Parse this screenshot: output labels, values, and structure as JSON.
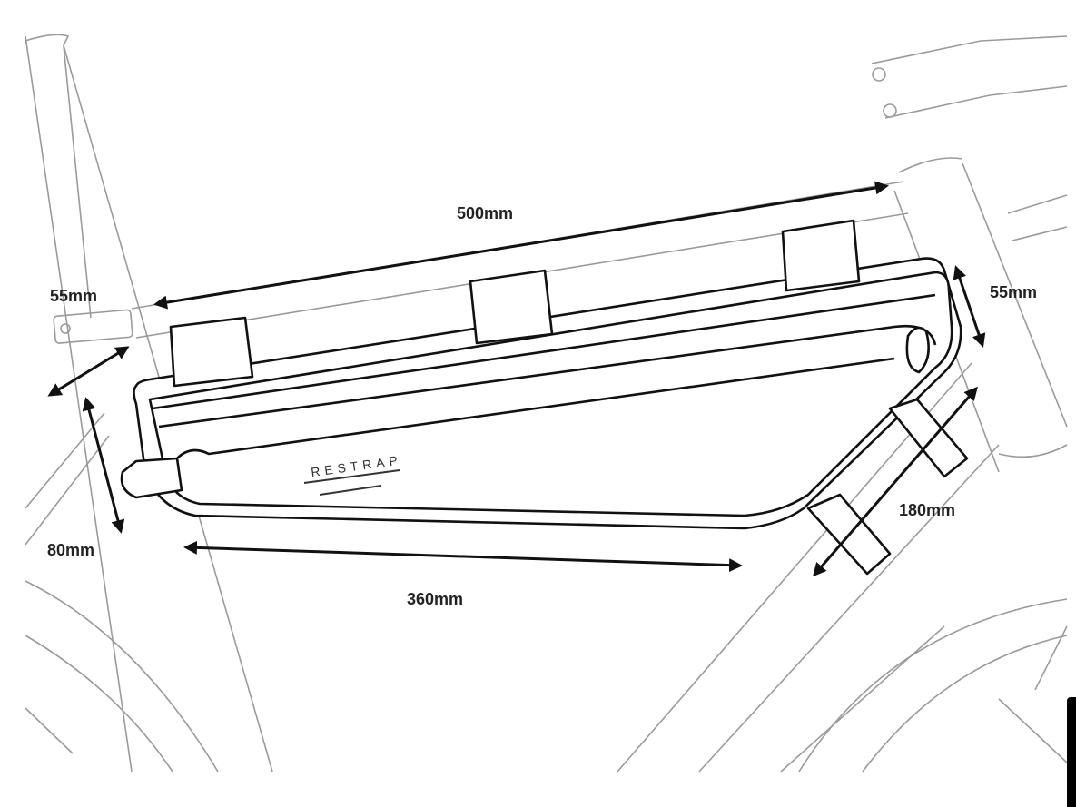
{
  "diagram": {
    "brand_logo": "RESTRAP",
    "dimensions": {
      "top_length": "500mm",
      "rear_width": "55mm",
      "front_width": "55mm",
      "rear_height": "80mm",
      "bottom_length": "360mm",
      "front_height": "180mm"
    },
    "colors": {
      "line": "#111111",
      "frame": "#9a9a9a",
      "background": "#ffffff"
    }
  }
}
